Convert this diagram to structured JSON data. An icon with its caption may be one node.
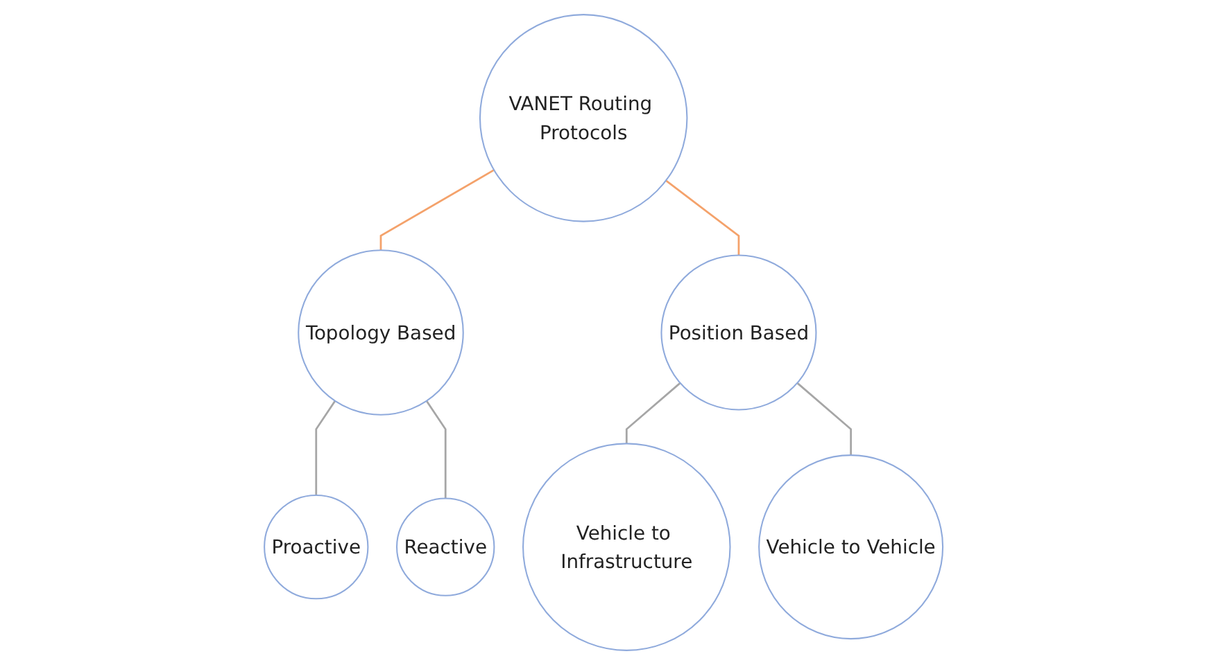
{
  "diagram": {
    "nodes": [
      {
        "text": [
          "VANET Routing Protocols"
        ]
      },
      {
        "text": [
          "Topology Based"
        ]
      },
      {
        "text": [
          "Position Based"
        ]
      },
      {
        "text": [
          "Proactive"
        ]
      },
      {
        "text": [
          "Reactive"
        ]
      },
      {
        "text": [
          "Vehicle to Infrastructure"
        ]
      },
      {
        "text": [
          "Vehicle to Vehicle"
        ]
      }
    ],
    "edges": [
      {
        "from": 0,
        "to": 1,
        "arrow": "none",
        "color": "#f4a26b"
      },
      {
        "from": 0,
        "to": 2,
        "arrow": "none",
        "color": "#f4a26b"
      },
      {
        "from": 1,
        "to": 3,
        "arrow": "none"
      },
      {
        "from": 1,
        "to": 4,
        "arrow": "none"
      },
      {
        "from": 2,
        "to": 5,
        "arrow": "none"
      },
      {
        "from": 2,
        "to": 6,
        "arrow": "none"
      }
    ]
  }
}
